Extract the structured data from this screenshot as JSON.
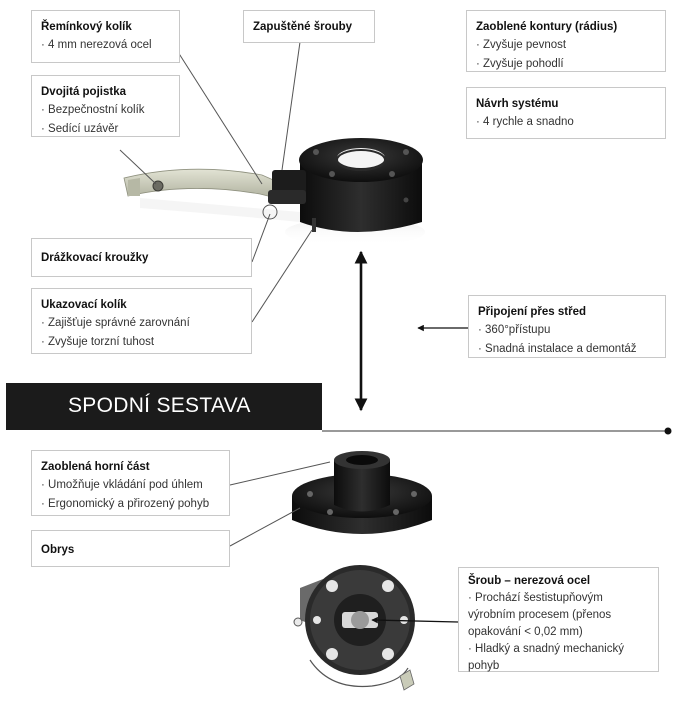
{
  "callouts": {
    "strap_pin": {
      "title": "Řemínkový kolík",
      "lines": [
        "· 4 mm nerezová ocel"
      ]
    },
    "recessed_screws": {
      "title": "Zapuštěné šrouby"
    },
    "double_lock": {
      "title": "Dvojitá pojistka",
      "lines": [
        "· Bezpečnostní kolík",
        "· Sedící uzávěr"
      ]
    },
    "rounded_contours": {
      "title": "Zaoblené kontury (rádius)",
      "lines": [
        "· Zvyšuje pevnost",
        "· Zvyšuje pohodlí"
      ]
    },
    "system_design": {
      "title": "Návrh systému",
      "lines": [
        "· 4 rychle a snadno"
      ]
    },
    "grooving_rings": {
      "title": "Drážkovací kroužky"
    },
    "indicator_pin": {
      "title": "Ukazovací kolík",
      "lines": [
        "· Zajišťuje správné zarovnání",
        "· Zvyšuje torzní tuhost"
      ]
    },
    "center_connection": {
      "title": "Připojení přes střed",
      "lines": [
        "· 360°přístupu",
        "· Snadná instalace a demontáž"
      ]
    },
    "rounded_top": {
      "title": "Zaoblená horní část",
      "lines": [
        "· Umožňuje vkládání pod úhlem",
        "· Ergonomický a přirozený pohyb"
      ]
    },
    "outline": {
      "title": "Obrys"
    },
    "screw_steel": {
      "title": "Šroub – nerezová ocel",
      "lines": [
        "· Prochází šestistupňovým",
        "výrobním procesem (přenos",
        "opakování < 0,02 mm)",
        "· Hladký a snadný mechanický",
        "pohyb"
      ]
    }
  },
  "section": {
    "title": "SPODNÍ SESTAVA"
  },
  "colors": {
    "band": "#1b1b1b",
    "part": "#1a1a1a",
    "lever": "#c9cbb8",
    "border": "#c8c8c8"
  }
}
